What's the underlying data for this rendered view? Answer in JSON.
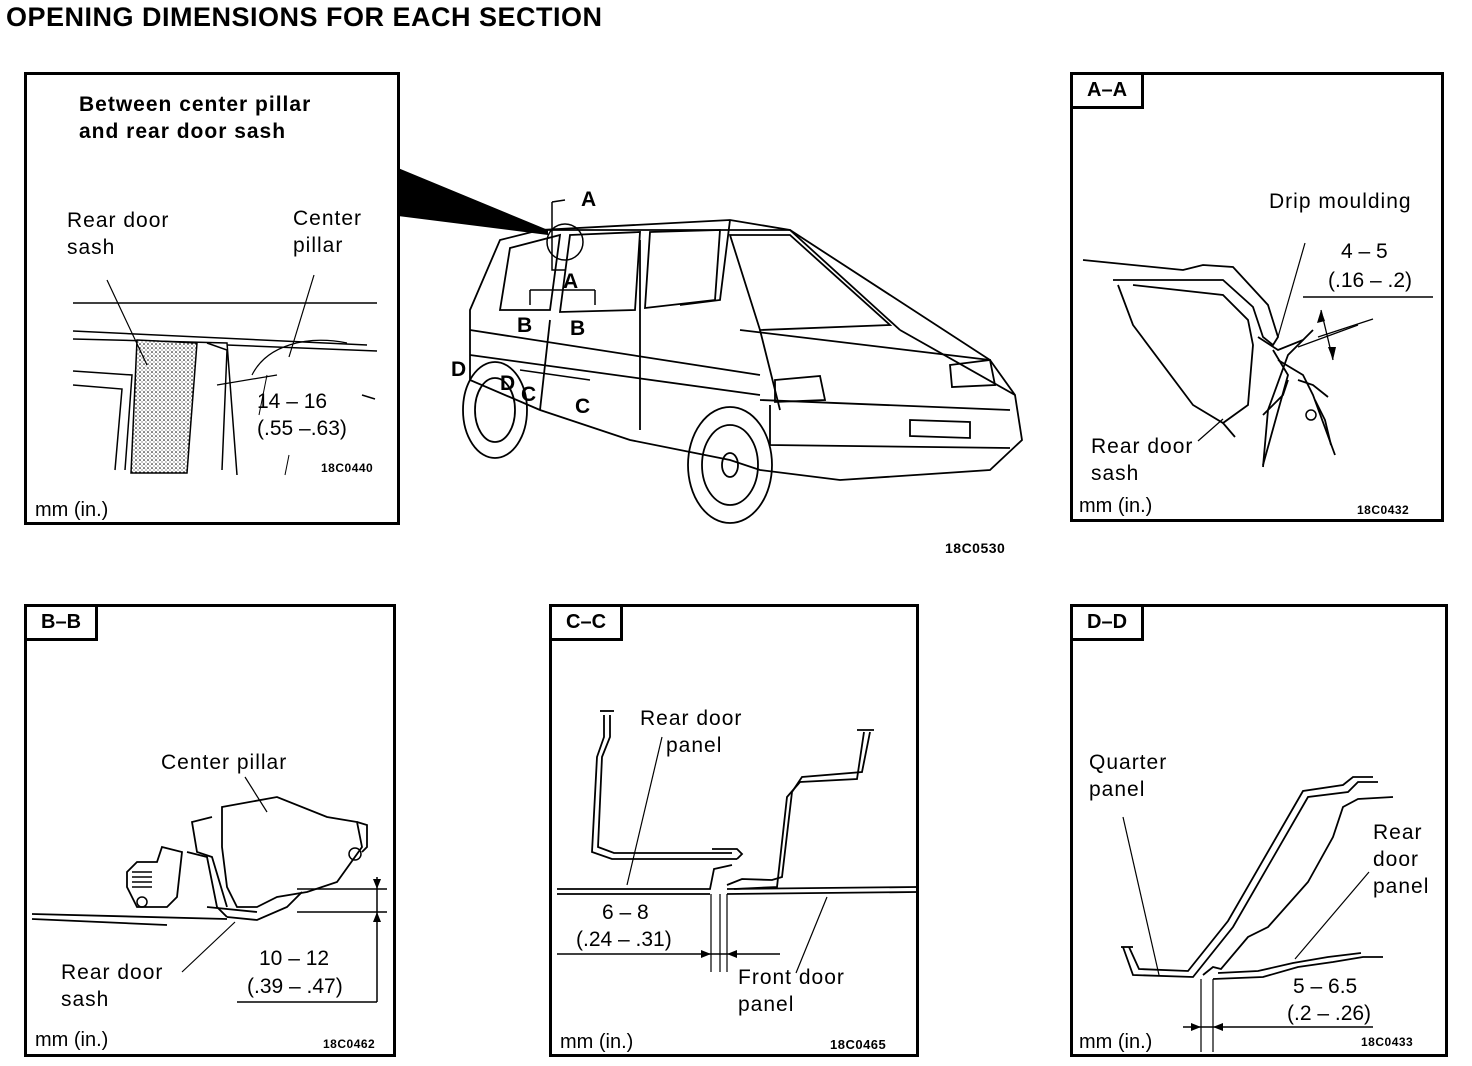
{
  "title": "OPENING DIMENSIONS FOR EACH SECTION",
  "detail": {
    "heading_line1": "Between center pillar",
    "heading_line2": "and rear door sash",
    "label_rear_line1": "Rear door",
    "label_rear_line2": "sash",
    "label_center_line1": "Center",
    "label_center_line2": "pillar",
    "dim_mm": "14 – 16",
    "dim_in": "(.55 –.63)",
    "unit": "mm (in.)",
    "code": "18C0440"
  },
  "car": {
    "code": "18C0530",
    "letters": [
      "A",
      "A",
      "B",
      "B",
      "C",
      "C",
      "D",
      "D"
    ]
  },
  "aa": {
    "tag": "A–A",
    "label_drip": "Drip moulding",
    "dim_mm": "4 – 5",
    "dim_in": "(.16 – .2)",
    "label_rear_line1": "Rear door",
    "label_rear_line2": "sash",
    "unit": "mm (in.)",
    "code": "18C0432"
  },
  "bb": {
    "tag": "B–B",
    "label_center": "Center pillar",
    "label_rear_line1": "Rear door",
    "label_rear_line2": "sash",
    "dim_mm": "10 – 12",
    "dim_in": "(.39 – .47)",
    "unit": "mm (in.)",
    "code": "18C0462"
  },
  "cc": {
    "tag": "C–C",
    "label_rear_line1": "Rear door",
    "label_rear_line2": "panel",
    "dim_mm": "6 – 8",
    "dim_in": "(.24 – .31)",
    "label_front_line1": "Front door",
    "label_front_line2": "panel",
    "unit": "mm (in.)",
    "code": "18C0465"
  },
  "dd": {
    "tag": "D–D",
    "label_quarter_line1": "Quarter",
    "label_quarter_line2": "panel",
    "label_rear_line1": "Rear",
    "label_rear_line2": "door",
    "label_rear_line3": "panel",
    "dim_mm": "5 – 6.5",
    "dim_in": "(.2 – .26)",
    "unit": "mm (in.)",
    "code": "18C0433"
  }
}
